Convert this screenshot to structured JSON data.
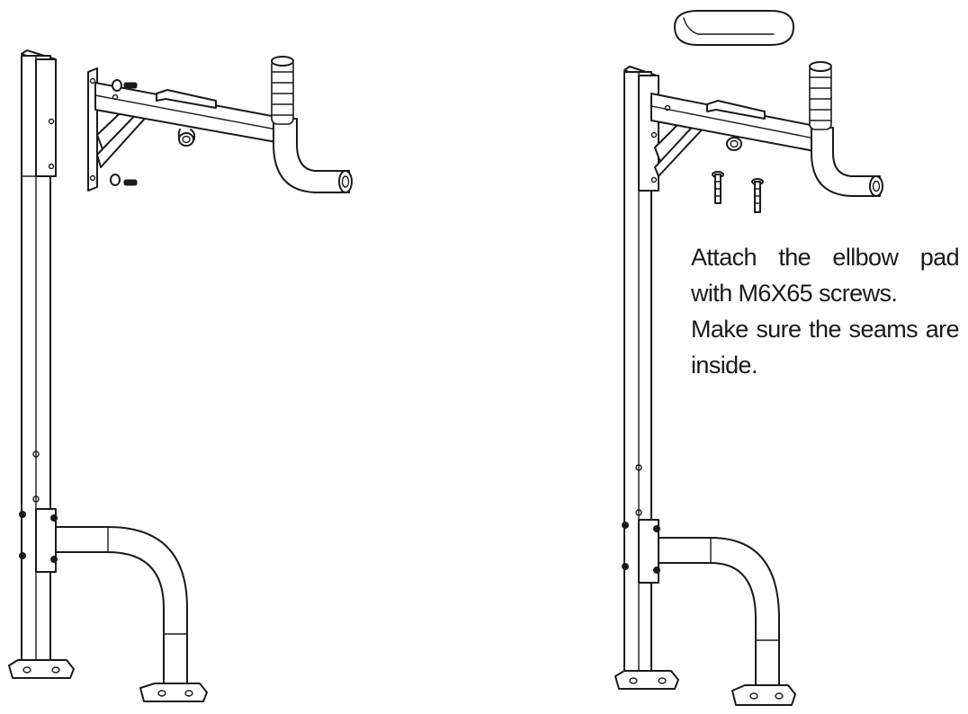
{
  "instructions": {
    "line_1": "Attach the ellbow pad  with M6X65 screws.",
    "line_2": "Make sure the seams are inside."
  },
  "illustration": {
    "left_figure": "upright-frame-with-arm-bracket-before",
    "right_figure": "upright-frame-with-elbow-pad-after"
  }
}
